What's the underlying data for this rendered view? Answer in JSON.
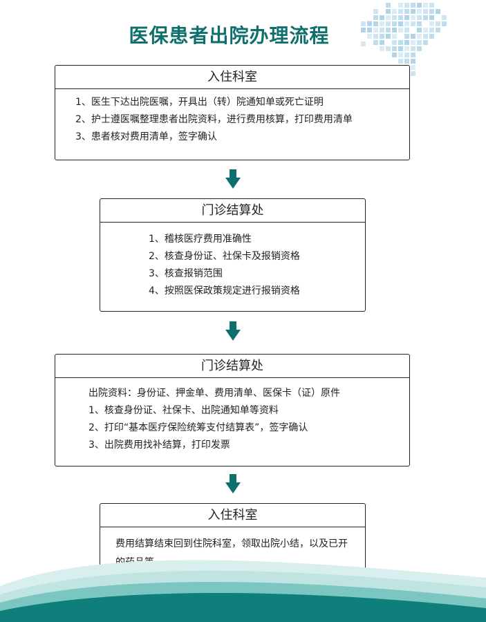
{
  "title": "医保患者出院办理流程",
  "colors": {
    "title": "#0f6f6c",
    "arrow": "#0f6f6c",
    "wave_dark": "#0f7f7c",
    "wave_light": "#bfe4e1",
    "map_dots": "#9cc9e3"
  },
  "steps": [
    {
      "header": "入住科室",
      "lines": [
        "1、医生下达出院医嘱，开具出（转）院通知单或死亡证明",
        "2、护士遵医嘱整理患者出院资料，进行费用核算，打印费用清单",
        "3、患者核对费用清单，签字确认"
      ]
    },
    {
      "header": "门诊结算处",
      "lines": [
        "1、稽核医疗费用准确性",
        "2、核查身份证、社保卡及报销资格",
        "3、核查报销范围",
        "4、按照医保政策规定进行报销资格"
      ]
    },
    {
      "header": "门诊结算处",
      "lines": [
        "出院资料：身份证、押金单、费用清单、医保卡（证）原件",
        "1、核查身份证、社保卡、出院通知单等资料",
        "2、打印“基本医疗保险统筹支付结算表”，签字确认",
        "3、出院费用找补结算，打印发票"
      ]
    },
    {
      "header": "入住科室",
      "lines": [
        "费用结算结束回到住院科室，领取出院小结，以及已开的药品等"
      ]
    }
  ],
  "icons": {
    "arrow": "arrow-down-icon",
    "map": "world-map-icon"
  }
}
